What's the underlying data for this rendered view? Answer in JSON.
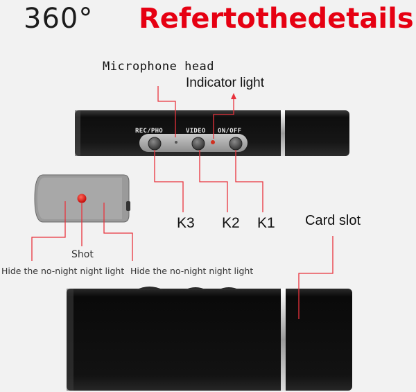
{
  "title": {
    "prefix": "360°",
    "main": "Refertothedetails"
  },
  "labels": {
    "microphone_head": "Microphone head",
    "indicator_light": "Indicator light",
    "k3": "K3",
    "k2": "K2",
    "k1": "K1",
    "card_slot": "Card slot",
    "shot": "Shot",
    "hide_left": "Hide the no-night night light",
    "hide_right": "Hide the no-night night light"
  },
  "device_buttons": {
    "rec_pho": "REC/PHO",
    "video": "VIDEO",
    "on_off": "ON/OFF"
  },
  "colors": {
    "accent": "#e60012",
    "callout_line": "#e8323c",
    "device_body": "#1a1a1a",
    "lens": "#e01010"
  }
}
